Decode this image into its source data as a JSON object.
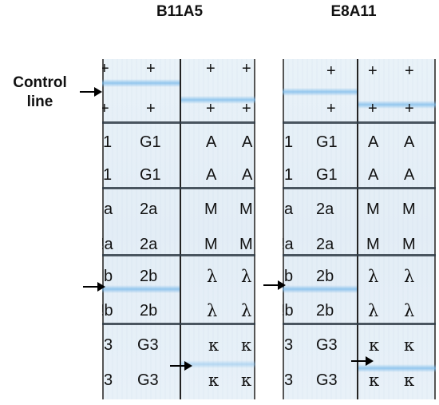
{
  "titles": {
    "left": "B11A5",
    "right": "E8A11"
  },
  "control_label": {
    "line1": "Control",
    "line2": "line"
  },
  "rows": {
    "plus": "+",
    "g1": "G1",
    "g1_cut": "1",
    "a": "A",
    "m": "M",
    "two_a": "2a",
    "two_a_cut": "a",
    "two_a_cut2": "!a",
    "two_b": "2b",
    "two_b_cut": "b",
    "two_b_cut2": "!b",
    "lambda": "λ",
    "g3": "G3",
    "g3_cut": "3",
    "kappa": "κ"
  },
  "colors": {
    "band": "#78b9eb",
    "strip_bg": "#e6eff7"
  }
}
